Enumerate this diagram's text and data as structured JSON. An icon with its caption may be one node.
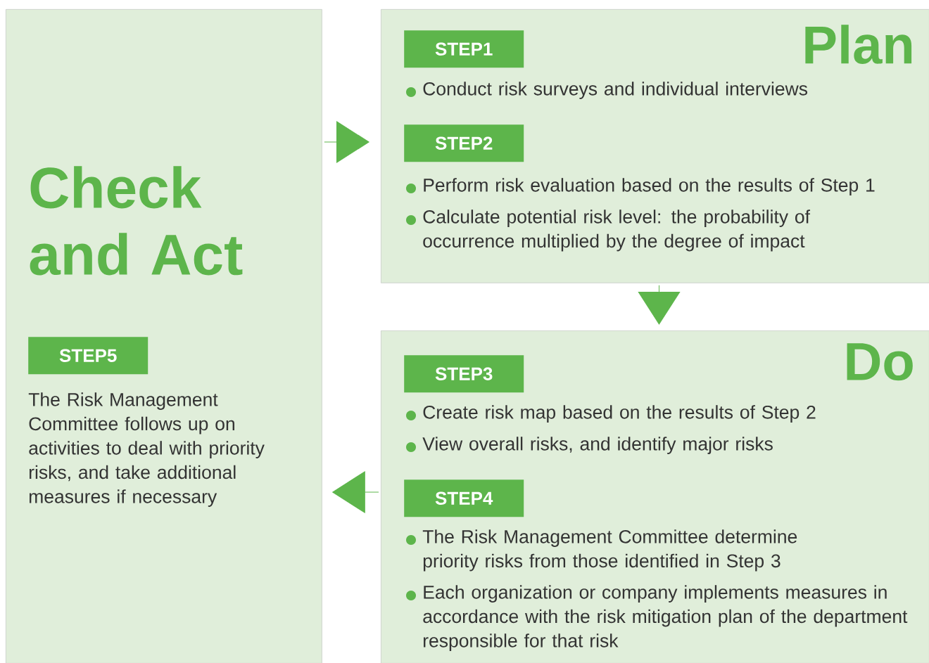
{
  "diagram": {
    "nodes": [
      {
        "text": [
          "Check and Act",
          "The Risk Management Committee follows up on activities to deal with priority risks, and take additional measures if necessary"
        ]
      },
      {
        "text": [
          "STEP5"
        ],
        "in": 0
      },
      {
        "text": [
          "Plan",
          "Conduct risk surveys and individual interviews",
          "Perform risk evaluation based on the results of Step 1",
          "Calculate potential risk level: the probability of occurrence multiplied by the degree of impact"
        ]
      },
      {
        "text": [
          "STEP1"
        ],
        "in": 2
      },
      {
        "text": [
          "STEP2"
        ],
        "in": 2
      },
      {
        "text": [
          "Do",
          "Create risk map based on the results of Step 2",
          "View overall risks, and identify major risks",
          "The Risk Management Committee determine priority risks from those identified in Step 3",
          "Each organization or company implements measures in accordance with the risk mitigation plan of the department responsible for that risk"
        ]
      },
      {
        "text": [
          "STEP3"
        ],
        "in": 5
      },
      {
        "text": [
          "STEP4"
        ],
        "in": 5
      }
    ],
    "edges": [
      {
        "from": 0,
        "to": 2,
        "arrow": "to"
      },
      {
        "from": 2,
        "to": 5,
        "arrow": "to"
      },
      {
        "from": 5,
        "to": 0,
        "arrow": "to"
      }
    ]
  }
}
